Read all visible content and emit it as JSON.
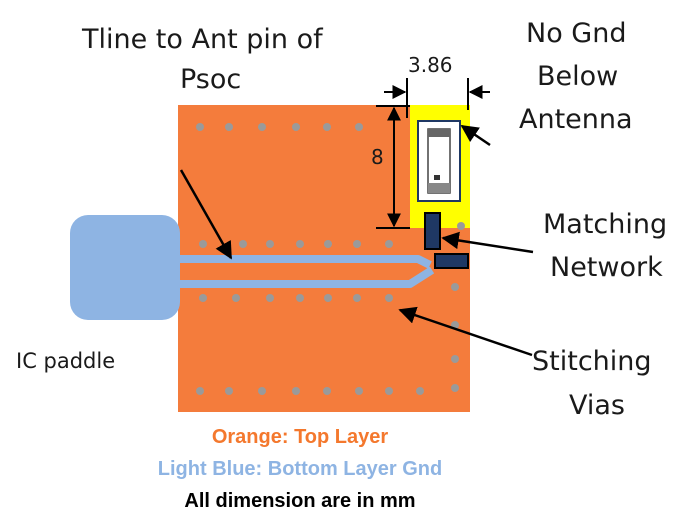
{
  "labels": {
    "tline_line1": "Tline to Ant pin of",
    "tline_line2": "Psoc",
    "nognd_line1": "No Gnd",
    "nognd_line2": "Below",
    "nognd_line3": "Antenna",
    "width_dim": "3.86",
    "height_dim": "8",
    "matching_line1": "Matching",
    "matching_line2": "Network",
    "ic_paddle": "IC paddle",
    "stitching_line1": "Stitching",
    "stitching_line2": "Vias"
  },
  "legend": {
    "orange": "Orange: Top Layer",
    "blue": "Light Blue:  Bottom Layer Gnd",
    "note": "All dimension are in mm"
  },
  "colors": {
    "orange": "#f47c3c",
    "light_blue": "#8eb4e3",
    "yellow": "#ffff00",
    "via": "#9a9a9a",
    "dark_blue": "#1f3864",
    "orange_text": "#f4782d",
    "blue_text": "#8eb4e3",
    "black_text": "#000000"
  }
}
